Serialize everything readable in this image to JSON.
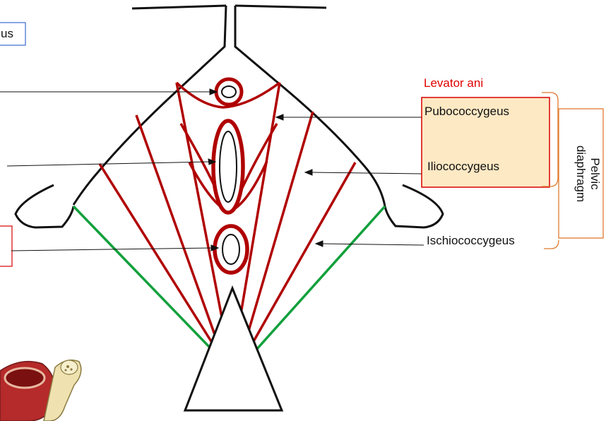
{
  "labels": {
    "top_left_partial": "us",
    "levator_ani": "Levator ani",
    "pubococcygeus": "Pubococcygeus",
    "iliococcygeus": "Iliococcygeus",
    "ischiococcygeus": "Ischiococcygeus",
    "pelvic_diaphragm_line1": "Pelvic",
    "pelvic_diaphragm_line2": "diaphragm"
  },
  "colors": {
    "outline": "#111111",
    "muscle_red": "#b00000",
    "levator_text": "#e00000",
    "green_line": "#11a03c",
    "callout_fill": "#fde9c4",
    "callout_border": "#d80000",
    "bracket_orange": "#e07a30",
    "partial_box_blue": "#3a6bd0"
  }
}
